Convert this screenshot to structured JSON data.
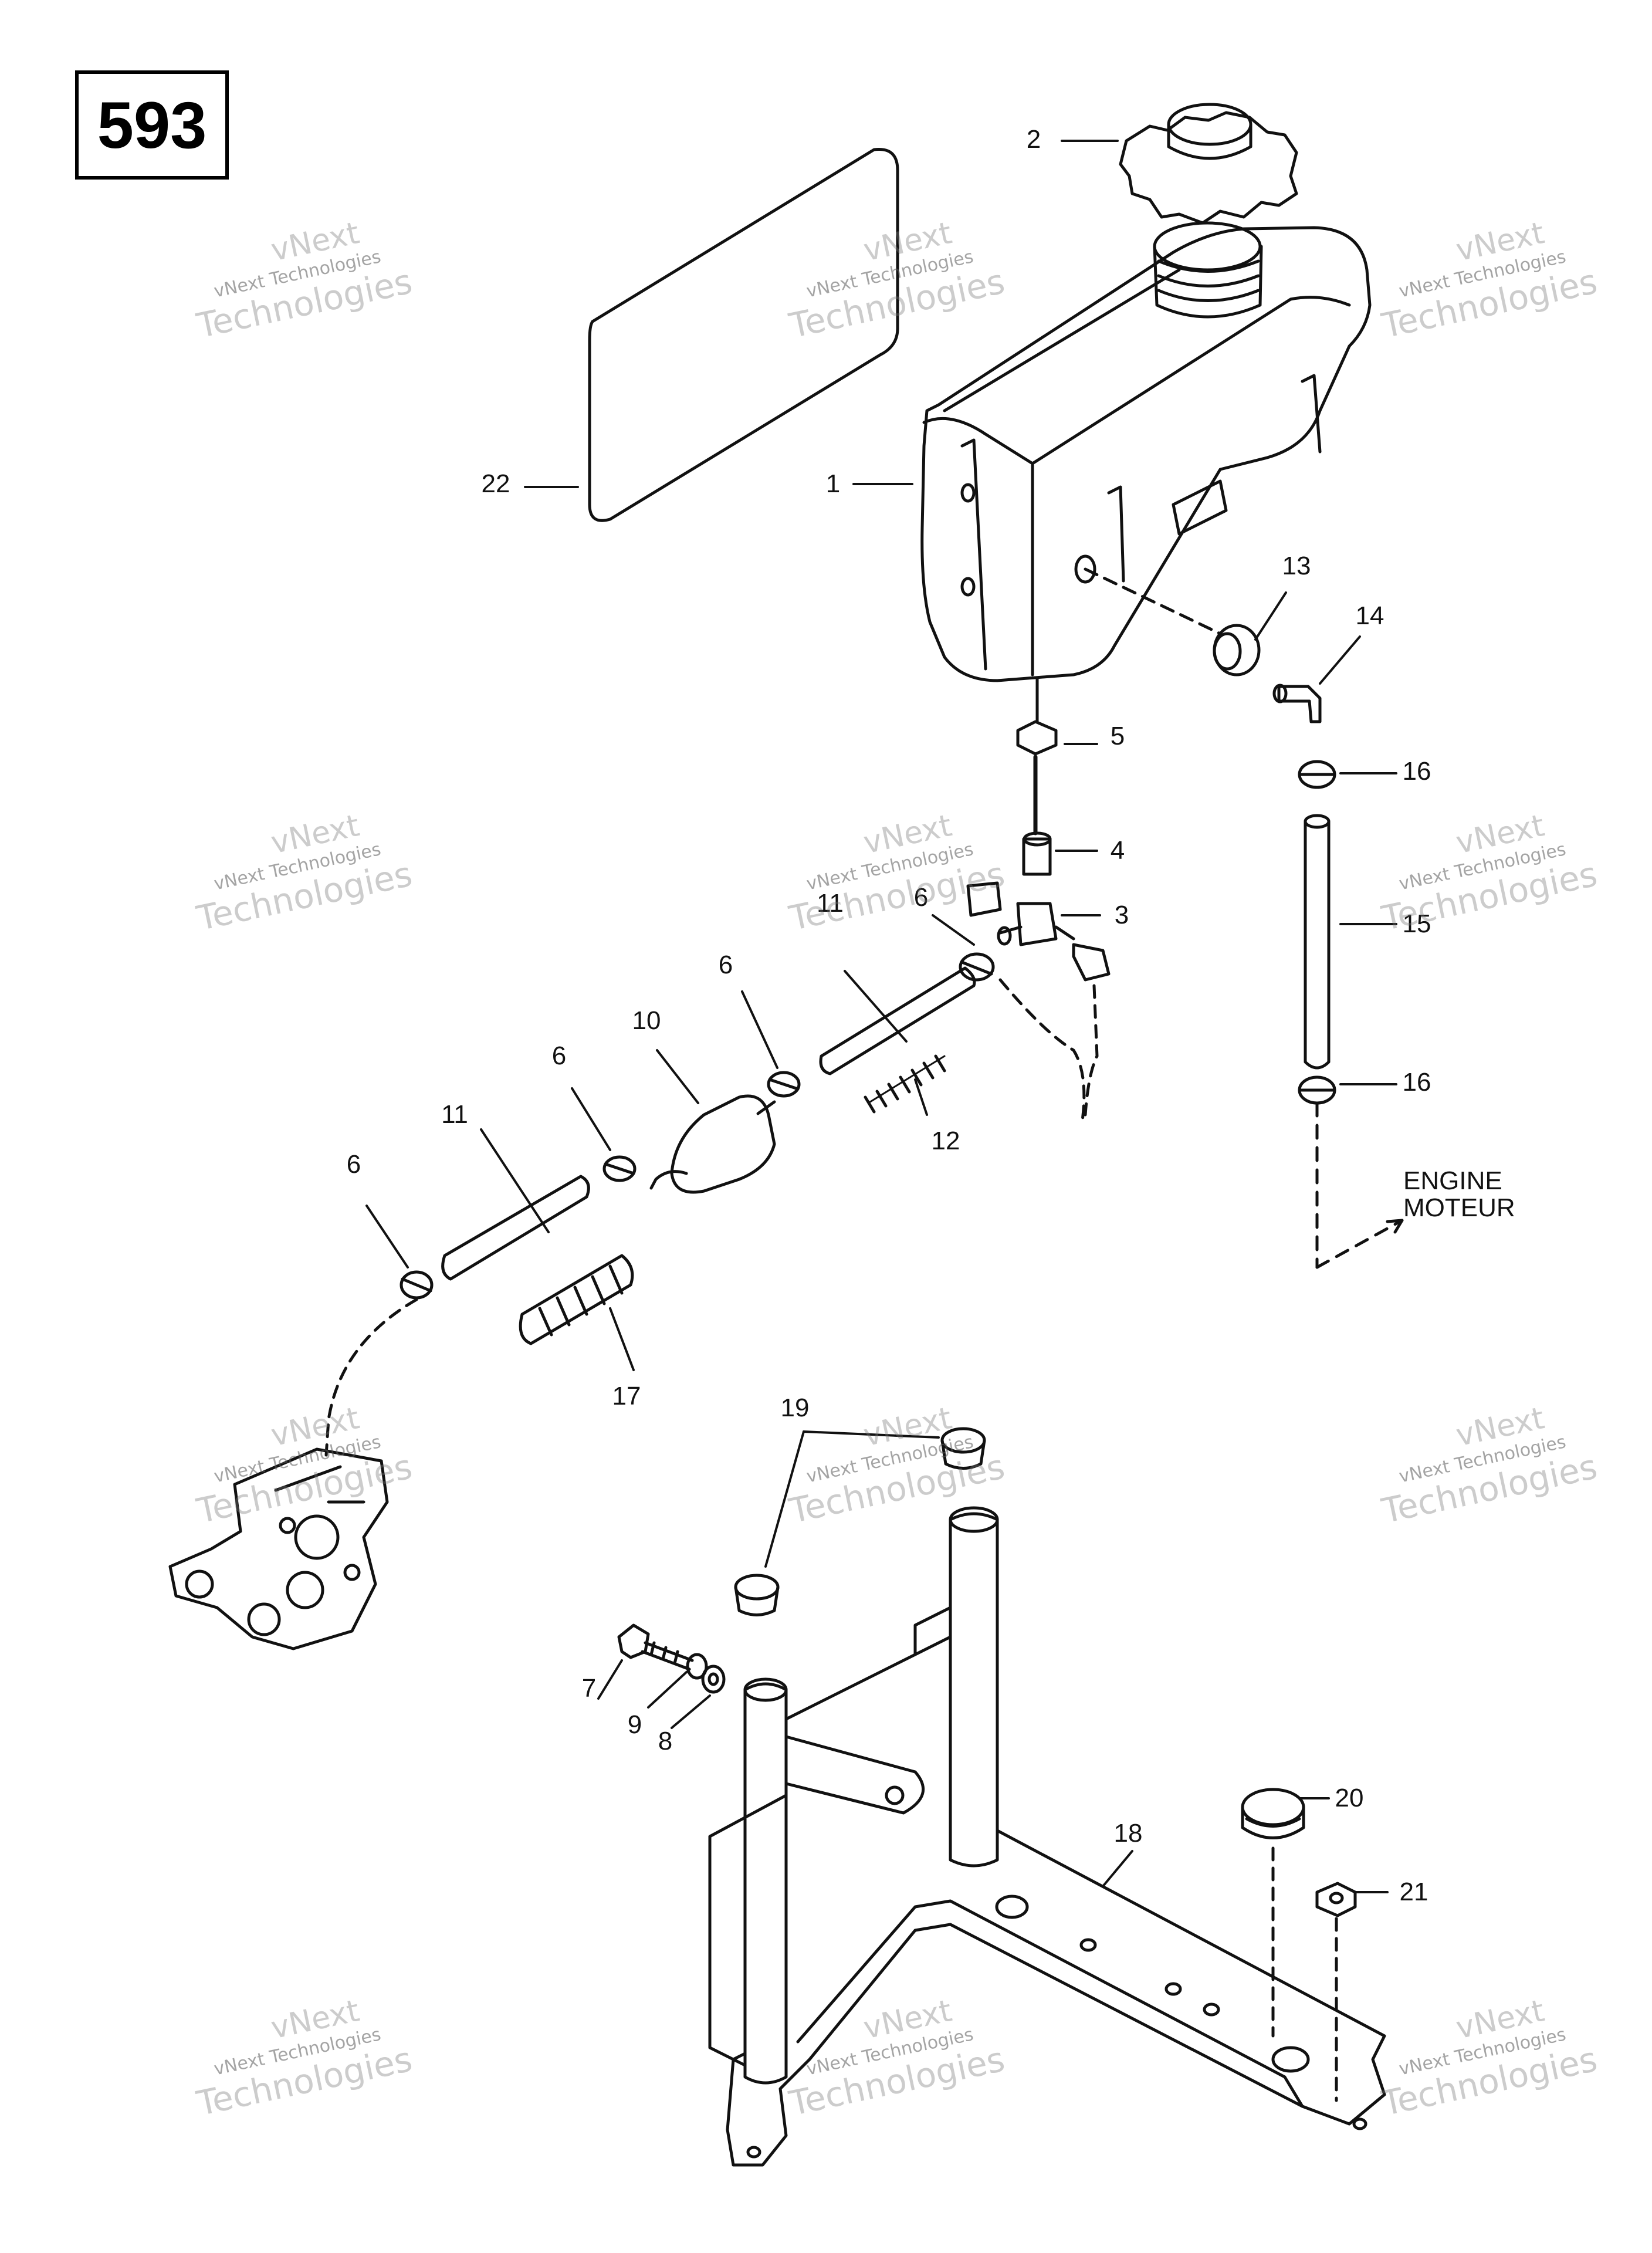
{
  "diagram_number": "593",
  "direction_label": {
    "line1": "ENGINE",
    "line2": "MOTEUR"
  },
  "watermark": {
    "line1": "vNext",
    "line2": "vNext Technologies",
    "line3": "Technologies"
  },
  "callouts": {
    "c1": "1",
    "c2": "2",
    "c3": "3",
    "c4": "4",
    "c5": "5",
    "c6a": "6",
    "c6b": "6",
    "c6c": "6",
    "c6d": "6",
    "c7": "7",
    "c8": "8",
    "c9": "9",
    "c10": "10",
    "c11a": "11",
    "c11b": "11",
    "c12": "12",
    "c13": "13",
    "c14": "14",
    "c15": "15",
    "c16a": "16",
    "c16b": "16",
    "c17": "17",
    "c18": "18",
    "c19": "19",
    "c20": "20",
    "c21": "21",
    "c22": "22"
  },
  "colors": {
    "line": "#111111",
    "watermark": "#8a8a8a",
    "background": "#ffffff"
  }
}
